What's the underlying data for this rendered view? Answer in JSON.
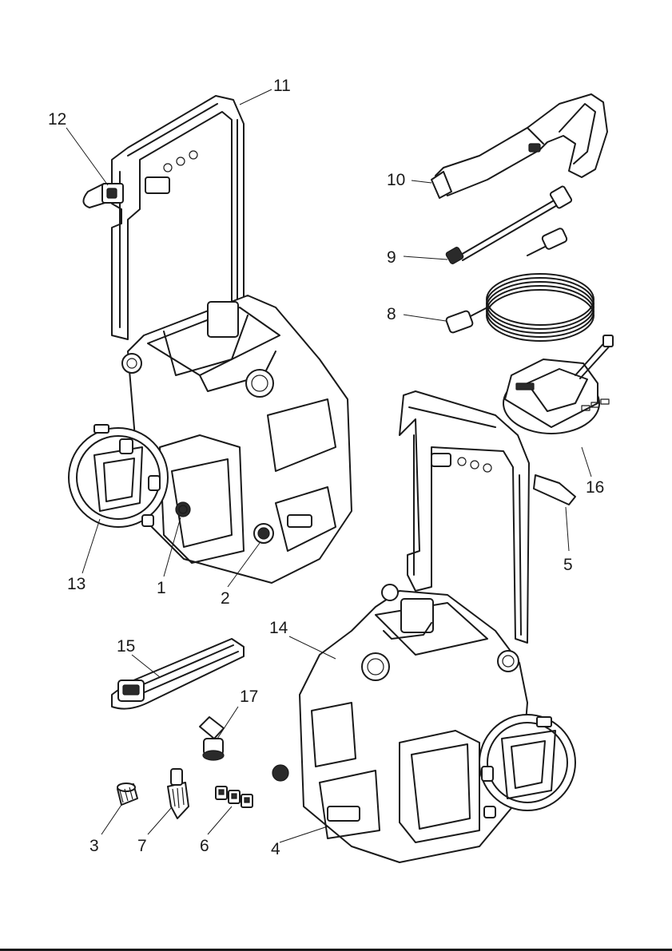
{
  "callouts": [
    {
      "id": "1",
      "label": "1"
    },
    {
      "id": "2",
      "label": "2"
    },
    {
      "id": "3",
      "label": "3"
    },
    {
      "id": "4",
      "label": "4"
    },
    {
      "id": "5",
      "label": "5"
    },
    {
      "id": "6",
      "label": "6"
    },
    {
      "id": "7",
      "label": "7"
    },
    {
      "id": "8",
      "label": "8"
    },
    {
      "id": "9",
      "label": "9"
    },
    {
      "id": "10",
      "label": "10"
    },
    {
      "id": "11",
      "label": "11"
    },
    {
      "id": "12",
      "label": "12"
    },
    {
      "id": "13",
      "label": "13"
    },
    {
      "id": "14",
      "label": "14"
    },
    {
      "id": "15",
      "label": "15"
    },
    {
      "id": "16",
      "label": "16"
    },
    {
      "id": "17",
      "label": "17"
    }
  ],
  "colors": {
    "line": "#1a1a1a",
    "background": "#ffffff"
  }
}
